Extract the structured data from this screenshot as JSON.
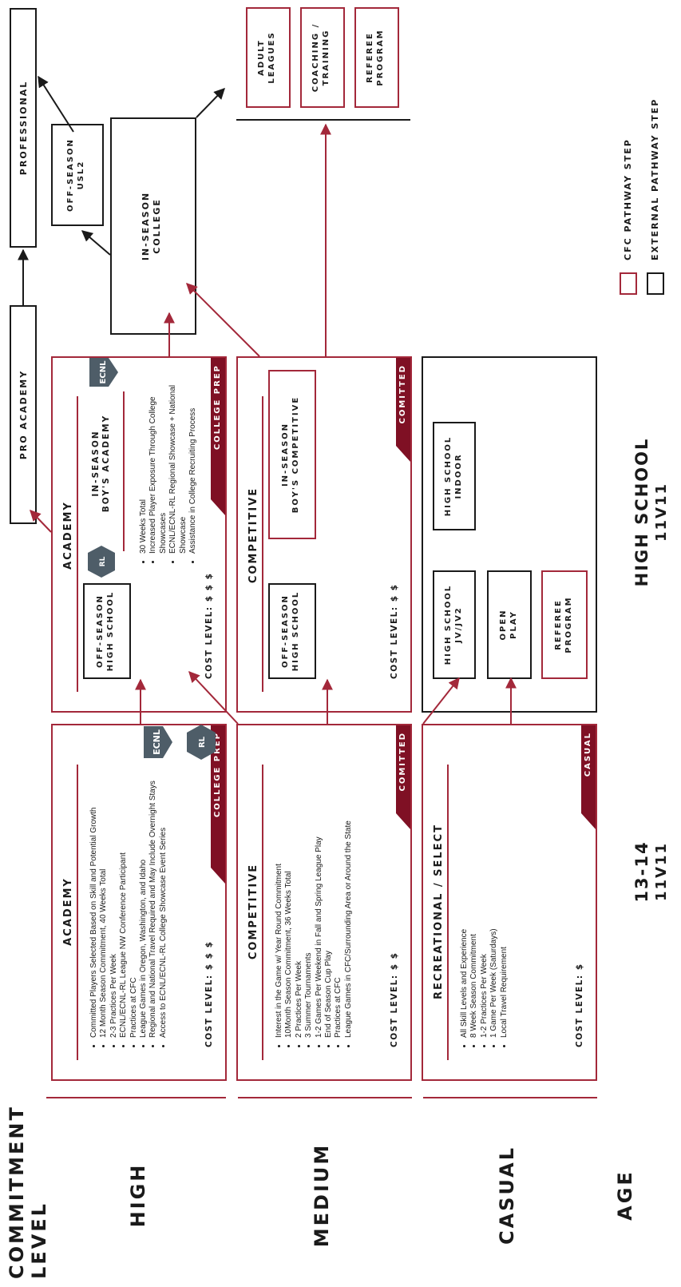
{
  "colors": {
    "brand": "#a3283a",
    "ribbon": "#7f1024",
    "line": "#1a1a1a",
    "ecnl_badge": "#4e5d68"
  },
  "left": {
    "commitment_header": "COMMITMENT\nLEVEL",
    "levels": [
      "HIGH",
      "MEDIUM",
      "CASUAL"
    ],
    "age_label": "AGE"
  },
  "ages": {
    "col1": {
      "age": "13-14",
      "format": "11V11"
    },
    "col2": {
      "age": "HIGH SCHOOL",
      "format": "11V11"
    }
  },
  "academy_u14": {
    "title": "ACADEMY",
    "bullets": [
      "Committed Players Selected Based on Skill and Potential Growth",
      "12 Month Season Commitment, 40 Weeks Total",
      "2-3 Practices Per Week",
      "ECNL/ECNL-RL League NW Conference Participant",
      "Practices at CFC",
      "League Games in Oregon, Washington, and Idaho",
      "Regional and National Travel Required and May Include Overnight Stays",
      "Access to ECNL/ECNL-RL College Showcase Event Series"
    ],
    "cost": "COST LEVEL: $ $ $",
    "ribbon": "COLLEGE PREP"
  },
  "competitive_u14": {
    "title": "COMPETITIVE",
    "bullets": [
      "Interest in the Game w/ Year Round Commitment",
      "10Month Season Commitment, 36 Weeks Total",
      "2 Practices Per Week",
      "3 Summer Tournaments",
      "1-2 Games Per Weekend in Fall and Spring League Play",
      "End of Season Cup Play",
      "Practices at CFC",
      "League Games in CFC/Surrounding Area or Around the State"
    ],
    "cost": "COST LEVEL: $ $",
    "ribbon": "COMITTED"
  },
  "recreational": {
    "title": "RECREATIONAL / SELECT",
    "bullets": [
      "All Skill Levels and Experience",
      "8 Week Season Commitment",
      "1-2 Practices Per Week",
      "1 Game Per Week (Saturdays)",
      "Local Travel Requirement"
    ],
    "cost": "COST LEVEL: $",
    "ribbon": "CASUAL"
  },
  "academy_hs": {
    "title": "ACADEMY",
    "offseason": "OFF-SEASON\nHIGH SCHOOL",
    "inseason": "IN-SEASON\nBOY'S ACADEMY",
    "bullets": [
      "30 Weeks Total",
      "Increased Player Exposure Through College Showcases",
      "ECNL/ECNL-RL Regional Showcase + National Showcase",
      "Assistance in College Recruiting Process"
    ],
    "cost": "COST LEVEL: $ $ $",
    "ribbon": "COLLEGE PREP"
  },
  "competitive_hs": {
    "title": "COMPETITIVE",
    "offseason": "OFF-SEASON\nHIGH SCHOOL",
    "inseason": "IN-SEASON\nBOY'S COMPETITIVE",
    "cost": "COST LEVEL: $ $",
    "ribbon": "COMITTED"
  },
  "highschool_box": {
    "jv": "HIGH SCHOOL\nJV/JV2",
    "indoor": "HIGH SCHOOL\nINDOOR",
    "open_play": "OPEN\nPLAY",
    "referee": "REFEREE\nPROGRAM"
  },
  "top": {
    "pro_academy": "PRO ACADEMY",
    "professional": "PROFESSIONAL",
    "usl2": "OFF-SEASON\nUSL2",
    "college": "IN-SEASON\nCOLLEGE",
    "adult": "ADULT\nLEAGUES",
    "coaching": "COACHING /\nTRAINING",
    "referee": "REFEREE\nPROGRAM"
  },
  "legend": {
    "cfc": "CFC PATHWAY STEP",
    "external": "EXTERNAL PATHWAY STEP"
  },
  "badges": {
    "ecnl": "ECNL",
    "ecnl_rl": "RL"
  }
}
